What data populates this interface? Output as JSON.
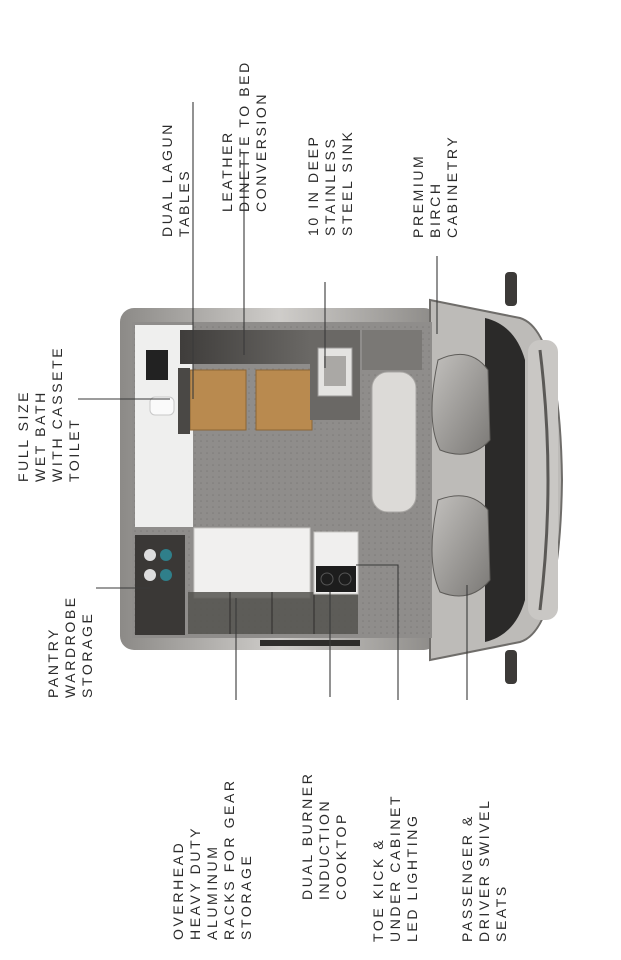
{
  "labels": {
    "dual_lagun_tables": [
      "DUAL LAGUN",
      "TABLES"
    ],
    "leather_dinette": [
      "LEATHER",
      "DINETTE TO BED",
      "CONVERSION"
    ],
    "steel_sink": [
      "10 IN DEEP",
      "STAINLESS",
      "STEEL SINK"
    ],
    "birch_cabinetry": [
      "PREMIUM",
      "BIRCH",
      "CABINETRY"
    ],
    "wet_bath": [
      "FULL SIZE",
      "WET BATH",
      "WITH CASSETE",
      "TOILET"
    ],
    "pantry_wardrobe": [
      "PANTRY",
      "WARDROBE",
      "STORAGE"
    ],
    "overhead_racks": [
      "OVERHEAD",
      "HEAVY DUTY",
      "ALUMINUM",
      "RACKS FOR GEAR",
      "STORAGE"
    ],
    "induction_cooktop": [
      "DUAL BURNER",
      "INDUCTION",
      "COOKTOP"
    ],
    "led_lighting": [
      "TOE KICK &",
      "UNDER CABINET",
      "LED LIGHTING"
    ],
    "swivel_seats": [
      "PASSENGER &",
      "DRIVER SWIVEL",
      "SEATS"
    ]
  },
  "colors": {
    "label_text": "#2b2b2b",
    "body_shell": "#d9d8d6",
    "floor": "#8a8886",
    "wood": "#b98a4f",
    "cabinet_dark": "#4a4845",
    "seat": "#a6a4a1"
  }
}
